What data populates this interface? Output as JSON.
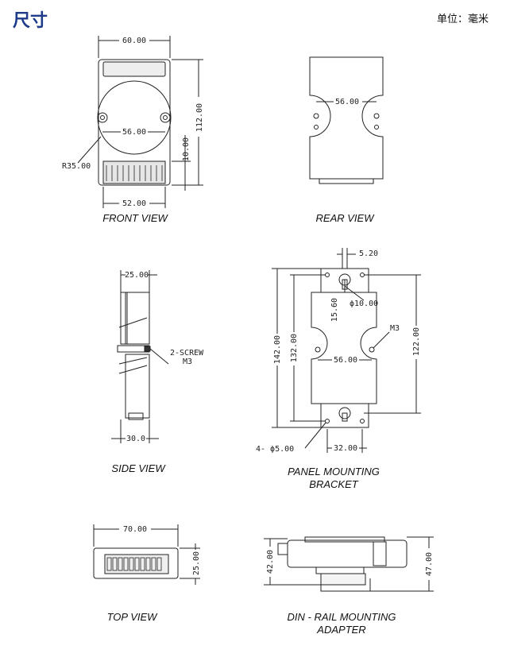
{
  "header": {
    "title": "尺寸",
    "unit": "单位：毫米"
  },
  "views": {
    "front": {
      "caption": "FRONT VIEW",
      "width_top": "60.00",
      "hole_span": "56.00",
      "height": "112.00",
      "terminal": "10.00",
      "radius": "R35.00",
      "width_bottom": "52.00"
    },
    "rear": {
      "caption": "REAR VIEW",
      "hole_span": "56.00"
    },
    "side": {
      "caption": "SIDE VIEW",
      "top_width": "25.00",
      "screw_label1": "2-SCREW",
      "screw_label2": "M3",
      "bottom_width": "30.0"
    },
    "panel": {
      "caption_line1": "PANEL MOUNTING",
      "caption_line2": "BRACKET",
      "slot_width": "5.20",
      "hole_dia": "ϕ10.00",
      "slot_offset": "15.60",
      "total_h": "142.00",
      "body_h": "132.00",
      "hole_h": "122.00",
      "hole_span": "56.00",
      "m3": "M3",
      "bottom_holes": "4- ϕ5.00",
      "bottom_span": "32.00"
    },
    "top": {
      "caption": "TOP VIEW",
      "width": "70.00",
      "depth": "25.00"
    },
    "din": {
      "caption_line1": "DIN - RAIL MOUNTING",
      "caption_line2": "ADAPTER",
      "left_h": "42.00",
      "right_h": "47.00"
    }
  }
}
